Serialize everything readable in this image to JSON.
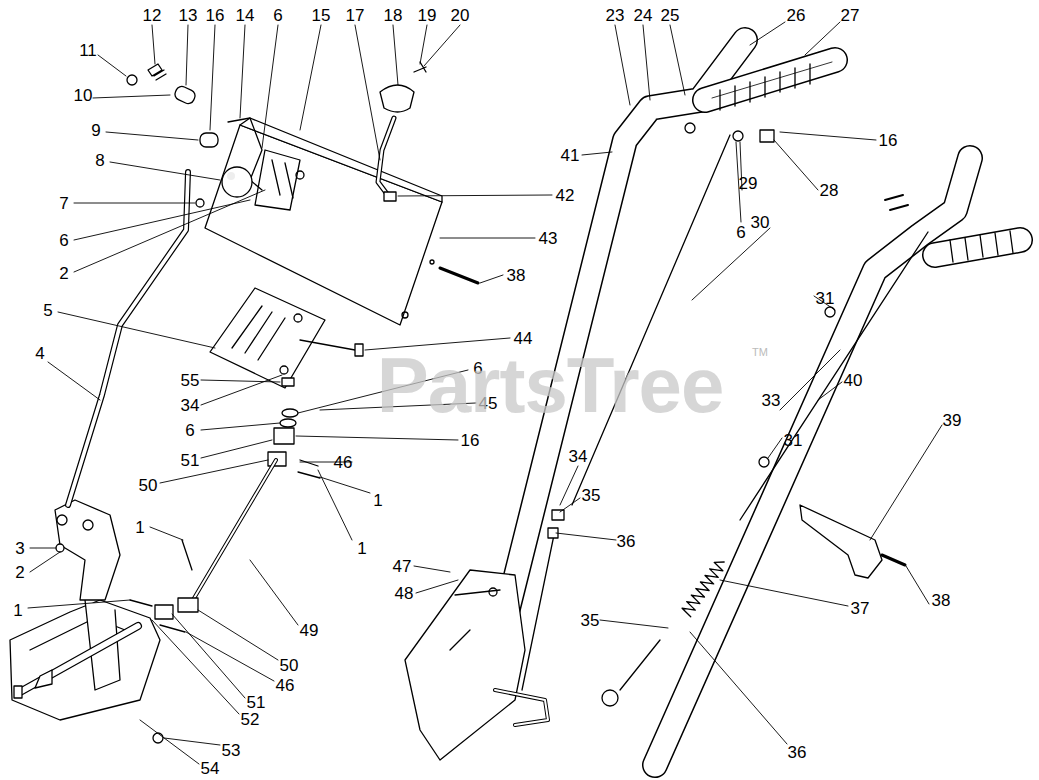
{
  "diagram": {
    "labels": [
      "12",
      "13",
      "16",
      "14",
      "6",
      "15",
      "17",
      "18",
      "19",
      "20",
      "11",
      "10",
      "9",
      "8",
      "7",
      "6",
      "2",
      "5",
      "4",
      "3",
      "2",
      "1",
      "42",
      "43",
      "38",
      "44",
      "55",
      "34",
      "6",
      "45",
      "6",
      "16",
      "51",
      "50",
      "1",
      "1",
      "1",
      "49",
      "50",
      "46",
      "51",
      "52",
      "53",
      "54",
      "23",
      "24",
      "25",
      "26",
      "27",
      "41",
      "16",
      "28",
      "29",
      "6",
      "30",
      "31",
      "40",
      "39",
      "33",
      "31",
      "34",
      "35",
      "36",
      "37",
      "35",
      "38",
      "36",
      "47",
      "48",
      "PartsTree",
      "TM",
      "46"
    ]
  }
}
